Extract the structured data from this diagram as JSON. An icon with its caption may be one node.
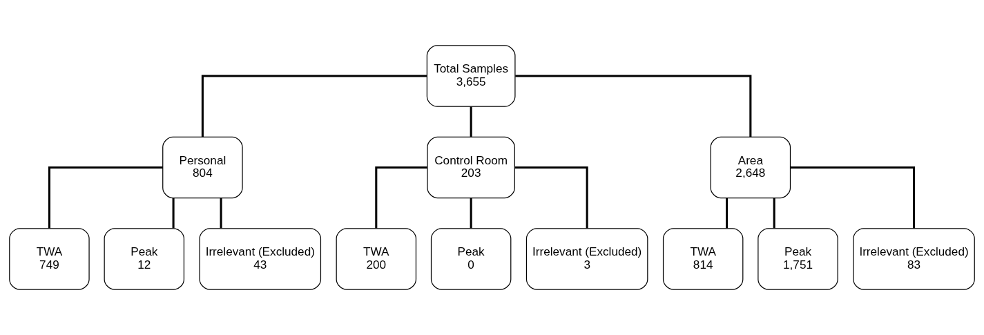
{
  "diagram": {
    "nodes": [
      {
        "text": [
          "Total Samples",
          "3,655"
        ]
      },
      {
        "text": [
          "Personal",
          "804"
        ]
      },
      {
        "text": [
          "Control Room",
          "203"
        ]
      },
      {
        "text": [
          "Area",
          "2,648"
        ]
      },
      {
        "text": [
          "TWA",
          "749"
        ]
      },
      {
        "text": [
          "Peak",
          "12"
        ]
      },
      {
        "text": [
          "Irrelevant (Excluded)",
          "43"
        ]
      },
      {
        "text": [
          "TWA",
          "200"
        ]
      },
      {
        "text": [
          "Peak",
          "0"
        ]
      },
      {
        "text": [
          "Irrelevant (Excluded)",
          "3"
        ]
      },
      {
        "text": [
          "TWA",
          "814"
        ]
      },
      {
        "text": [
          "Peak",
          "1,751"
        ]
      },
      {
        "text": [
          "Irrelevant (Excluded)",
          "83"
        ]
      }
    ],
    "edges": [
      {
        "from": 0,
        "to": 1,
        "arrow": "none"
      },
      {
        "from": 0,
        "to": 2,
        "arrow": "none"
      },
      {
        "from": 0,
        "to": 3,
        "arrow": "none"
      },
      {
        "from": 1,
        "to": 4,
        "arrow": "none"
      },
      {
        "from": 1,
        "to": 5,
        "arrow": "none"
      },
      {
        "from": 1,
        "to": 6,
        "arrow": "none"
      },
      {
        "from": 2,
        "to": 7,
        "arrow": "none"
      },
      {
        "from": 2,
        "to": 8,
        "arrow": "none"
      },
      {
        "from": 2,
        "to": 9,
        "arrow": "none"
      },
      {
        "from": 3,
        "to": 10,
        "arrow": "none"
      },
      {
        "from": 3,
        "to": 11,
        "arrow": "none"
      },
      {
        "from": 3,
        "to": 12,
        "arrow": "none"
      }
    ]
  }
}
